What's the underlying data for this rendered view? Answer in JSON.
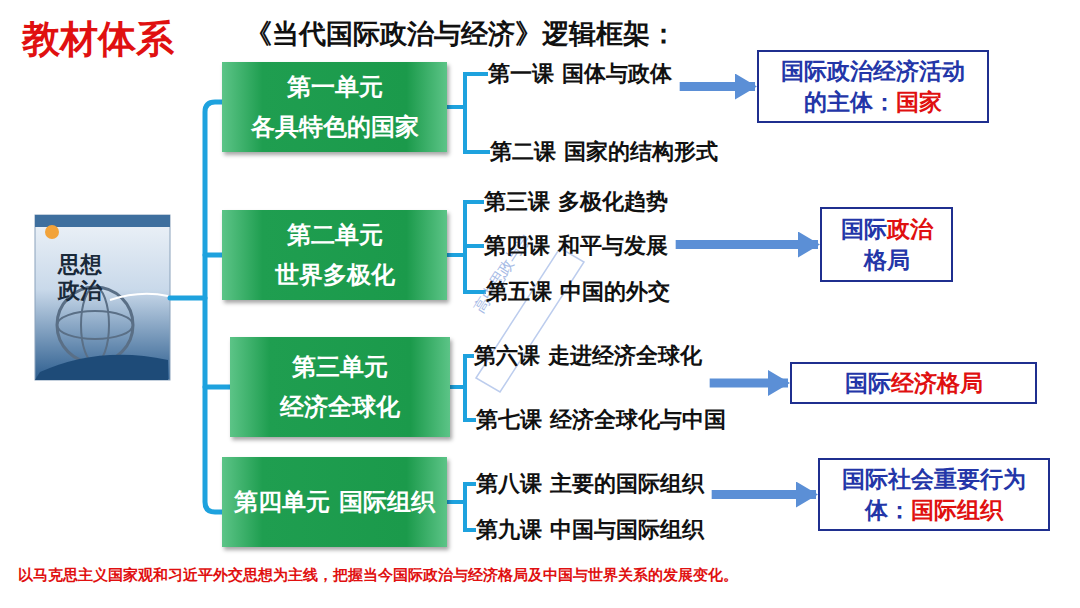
{
  "diagram": {
    "title": "《当代国际政治与经济》逻辑框架：",
    "caption": "以马克思主义国家观和习近平外交思想为主线，把握当今国际政治与经济格局及中国与世界关系的发展变化。",
    "nodes": [
      {
        "text": [
          "第一单元 各具特色的国家"
        ]
      },
      {
        "text": [
          "第一课 国体与政体"
        ]
      },
      {
        "text": [
          "第二课 国家的结构形式"
        ]
      },
      {
        "text": [
          "第二单元 世界多极化"
        ]
      },
      {
        "text": [
          "第三课 多极化趋势"
        ]
      },
      {
        "text": [
          "第四课 和平与发展"
        ]
      },
      {
        "text": [
          "第五课 中国的外交"
        ]
      },
      {
        "text": [
          "第三单元 经济全球化"
        ]
      },
      {
        "text": [
          "第六课 走进经济全球化"
        ]
      },
      {
        "text": [
          "第七课 经济全球化与中国"
        ]
      },
      {
        "text": [
          "第四单元 国际组织"
        ]
      },
      {
        "text": [
          "第八课 主要的国际组织"
        ]
      },
      {
        "text": [
          "第九课 中国与国际组织"
        ]
      },
      {
        "text": [
          "国际政治经济活动的主体：",
          "国家"
        ]
      },
      {
        "text": [
          "国际",
          "政治",
          "格局"
        ]
      },
      {
        "text": [
          "国际",
          "经济格局"
        ]
      },
      {
        "text": [
          "国际社会重要行为体：",
          "国际组织"
        ]
      }
    ],
    "edges": [
      {
        "from": 0,
        "to": 1,
        "arrow": "none"
      },
      {
        "from": 0,
        "to": 2,
        "arrow": "none"
      },
      {
        "from": 3,
        "to": 4,
        "arrow": "none"
      },
      {
        "from": 3,
        "to": 5,
        "arrow": "none"
      },
      {
        "from": 3,
        "to": 6,
        "arrow": "none"
      },
      {
        "from": 7,
        "to": 8,
        "arrow": "none"
      },
      {
        "from": 7,
        "to": 9,
        "arrow": "none"
      },
      {
        "from": 10,
        "to": 11,
        "arrow": "none"
      },
      {
        "from": 10,
        "to": 12,
        "arrow": "none"
      },
      {
        "from": 1,
        "to": 13,
        "arrow": "to"
      },
      {
        "from": 5,
        "to": 14,
        "arrow": "to"
      },
      {
        "from": 8,
        "to": 15,
        "arrow": "to"
      },
      {
        "from": 11,
        "to": 16,
        "arrow": "to"
      }
    ],
    "labels": [
      "教材体系",
      "思想",
      "政治",
      "高中思政与学"
    ]
  }
}
